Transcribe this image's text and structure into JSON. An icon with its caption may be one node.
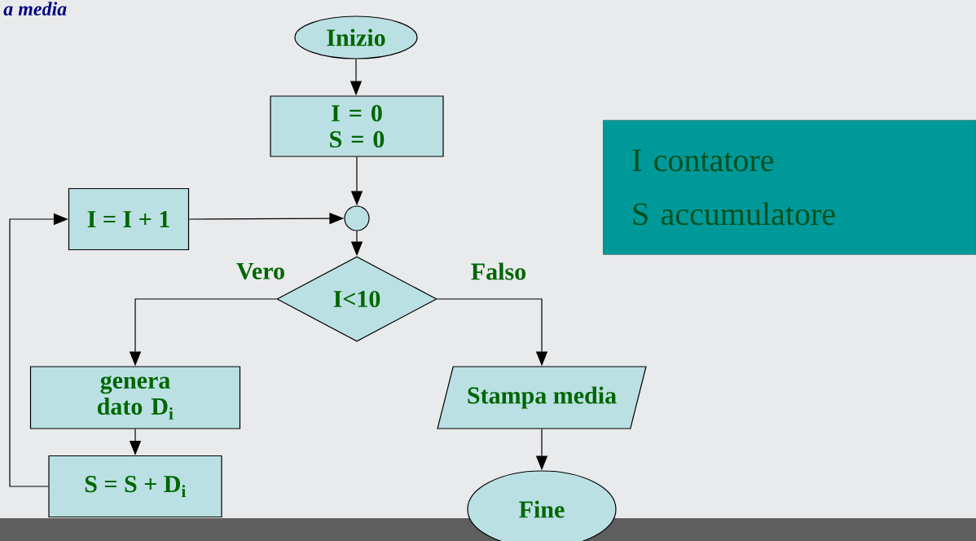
{
  "diagram": {
    "nodes": [
      {
        "text": [
          "Inizio"
        ]
      },
      {
        "text": [
          "I = 0 S = 0"
        ]
      },
      {
        "text": [],
        "shape": "circle"
      },
      {
        "text": [
          "I = I + 1"
        ]
      },
      {
        "text": [
          "I<10"
        ]
      },
      {
        "text": [
          "genera dato D$_{i}$"
        ]
      },
      {
        "text": [
          "Stampa media"
        ]
      },
      {
        "text": [
          "S = S + D$_{i}$"
        ]
      },
      {
        "text": [
          "Fine"
        ]
      },
      {
        "text": [
          "I contatore",
          "S accumulatore"
        ]
      }
    ],
    "edges": [
      {
        "from": 0,
        "to": 1,
        "arrow": "to"
      },
      {
        "from": 1,
        "to": 2,
        "arrow": "to"
      },
      {
        "from": 3,
        "to": 2,
        "arrow": "to"
      },
      {
        "from": 2,
        "to": 4,
        "arrow": "to"
      },
      {
        "from": 4,
        "to": 5,
        "arrow": "to",
        "label": "Vero"
      },
      {
        "from": 4,
        "to": 6,
        "arrow": "to",
        "label": "Falso"
      },
      {
        "from": 5,
        "to": 7,
        "arrow": "to"
      },
      {
        "from": 7,
        "to": 3,
        "arrow": "to"
      },
      {
        "from": 6,
        "to": 8,
        "arrow": "to"
      }
    ],
    "labels": [
      "a media"
    ]
  }
}
